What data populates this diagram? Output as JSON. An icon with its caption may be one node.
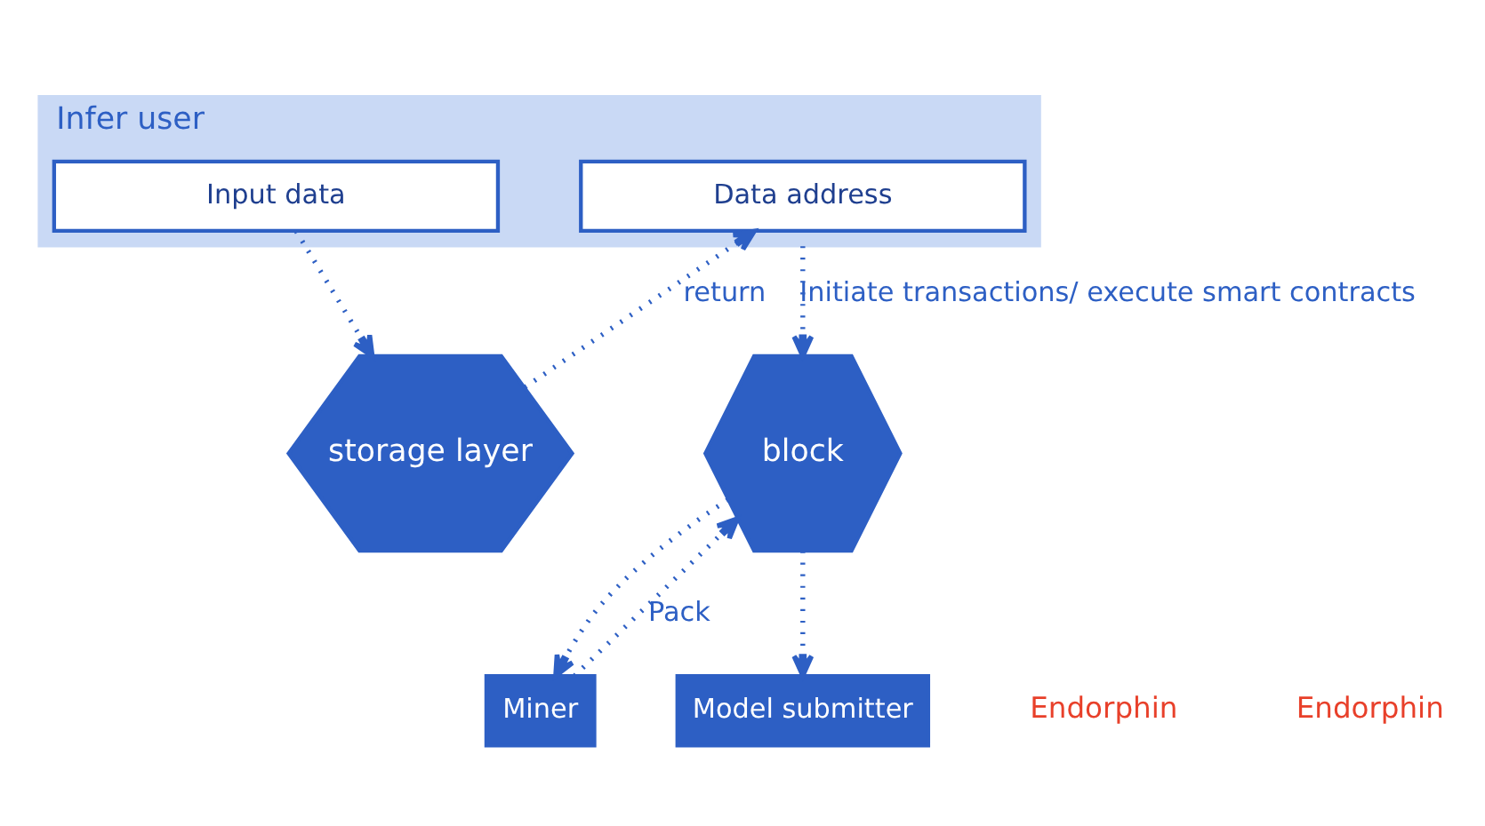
{
  "diagram": {
    "nodes": [
      {
        "text": [
          "Infer user"
        ]
      },
      {
        "text": [
          "Input data"
        ],
        "in": 0
      },
      {
        "text": [
          "Data address"
        ],
        "in": 0
      },
      {
        "text": [
          "storage layer"
        ]
      },
      {
        "text": [
          "block"
        ]
      },
      {
        "text": [
          "Miner"
        ]
      },
      {
        "text": [
          "Model submitter"
        ]
      }
    ],
    "edges": [
      {
        "from": 1,
        "to": 3,
        "arrow": "to",
        "style": "dashed"
      },
      {
        "from": 3,
        "to": 2,
        "arrow": "to",
        "style": "dashed",
        "label": "return"
      },
      {
        "from": 0,
        "to": 4,
        "arrow": "to",
        "style": "dashed",
        "label": "Initiate transactions/ execute smart contracts"
      },
      {
        "from": 5,
        "to": 4,
        "arrow": "to",
        "style": "dashed",
        "label": "Pack"
      },
      {
        "from": 4,
        "to": 5,
        "arrow": "to",
        "style": "dashed"
      },
      {
        "from": 4,
        "to": 6,
        "arrow": "to",
        "style": "dashed"
      }
    ],
    "labels": [
      "Endorphin",
      "Endorphin"
    ]
  }
}
